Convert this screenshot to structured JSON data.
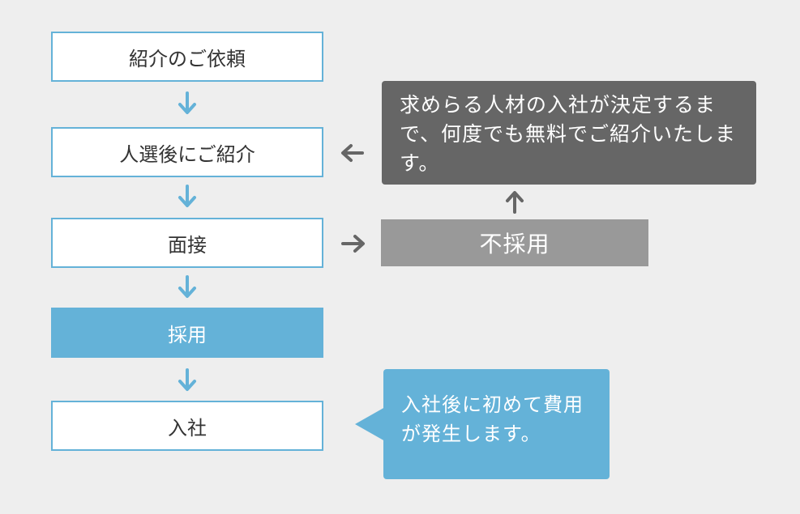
{
  "flow": {
    "steps": [
      "紹介のご依頼",
      "人選後にご紹介",
      "面接",
      "採用",
      "入社"
    ]
  },
  "notes": {
    "free_reintroduction": "求めらる人材の入社が決定するまで、何度でも無料でご紹介いたします。",
    "rejection": "不採用",
    "fee_note": "入社後に初めて費用が発生します。"
  },
  "colors": {
    "accent_blue": "#64b2d8",
    "dark_note": "#666666",
    "reject_gray": "#999999",
    "background": "#eeeeee"
  }
}
